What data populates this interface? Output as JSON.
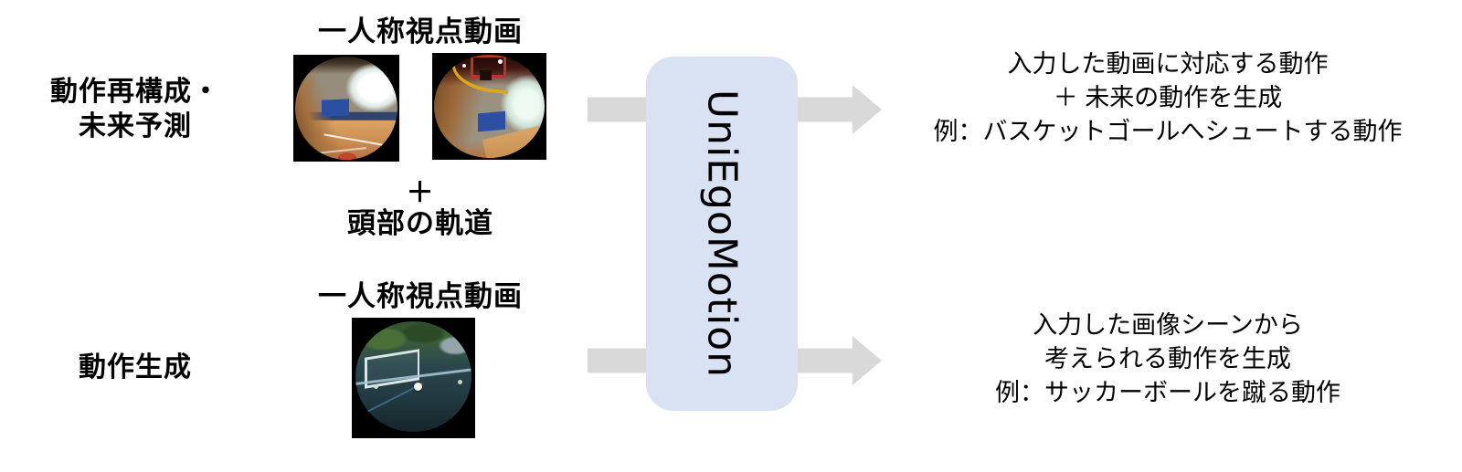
{
  "figure": {
    "left_labels": {
      "top_line1": "動作再構成・",
      "top_line2": "未来予測",
      "bottom": "動作生成"
    },
    "top_input": {
      "title": "一人称視点動画",
      "plus": "＋",
      "trajectory": "頭部の軌道",
      "images": [
        {
          "icon": "egocentric-basketball-frame-1"
        },
        {
          "icon": "egocentric-basketball-frame-2"
        }
      ]
    },
    "bottom_input": {
      "title": "一人称視点動画",
      "image": {
        "icon": "egocentric-soccer-frame"
      }
    },
    "model": {
      "name": "UniEgoMotion"
    },
    "outputs": {
      "top": {
        "line1": "入力した動画に対応する動作",
        "line2": "＋ 未来の動作を生成",
        "line3": "例：バスケットゴールへシュートする動作"
      },
      "bottom": {
        "line1": "入力した画像シーンから",
        "line2": "考えられる動作を生成",
        "line3": "例：サッカーボールを蹴る動作"
      }
    },
    "colors": {
      "model_box_fill": "#d9e2f3",
      "arrow": "#d9d9d9",
      "text": "#000000",
      "photo_background": "#000000"
    }
  }
}
